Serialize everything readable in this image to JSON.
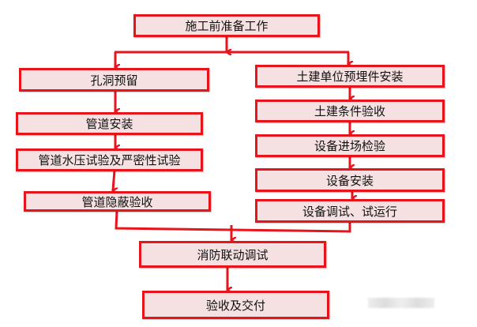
{
  "colors": {
    "border": "#e8141b",
    "fill": "#f5e1e1",
    "arrow": "#e8141b"
  },
  "steps": {
    "prep": "施工前准备工作",
    "left": [
      "孔洞预留",
      "管道安装",
      "管道水压试验及严密性试验",
      "管道隐蔽验收"
    ],
    "right": [
      "土建单位预埋件安装",
      "土建条件验收",
      "设备进场检验",
      "设备安装",
      "设备调试、试运行"
    ],
    "linkage": "消防联动调试",
    "handover": "验收及交付"
  }
}
